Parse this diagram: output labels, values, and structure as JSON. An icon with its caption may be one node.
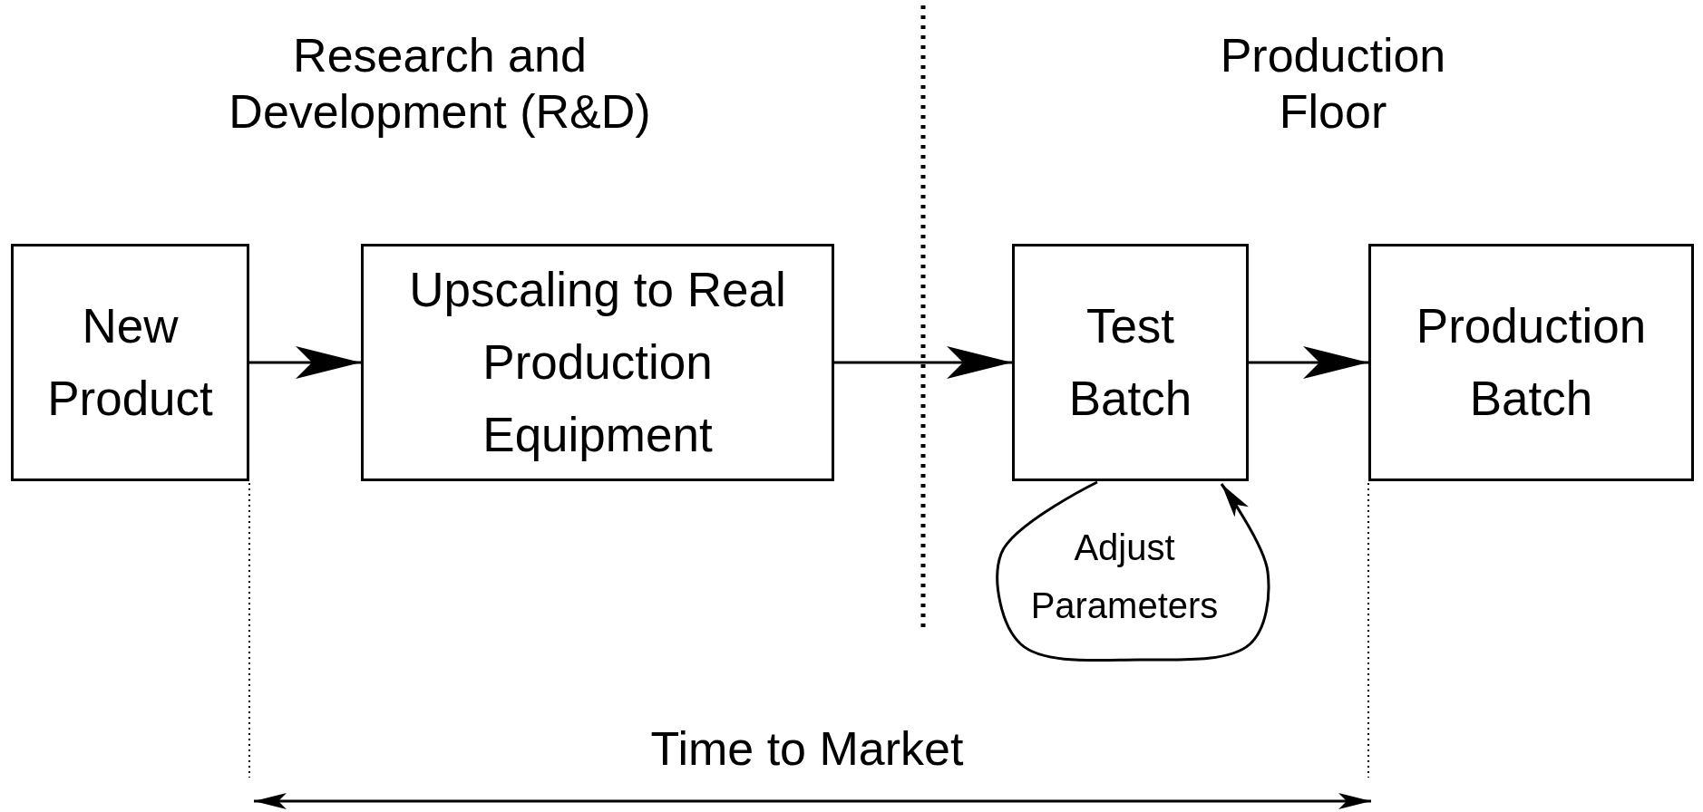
{
  "diagram": {
    "nodes": [
      {
        "text": [
          "New Product"
        ]
      },
      {
        "text": [
          "Upscaling to Real Production Equipment"
        ]
      },
      {
        "text": [
          "Test Batch"
        ]
      },
      {
        "text": [
          "Production Batch"
        ]
      }
    ],
    "edges": [
      {
        "from": 0,
        "to": 1,
        "arrow": "to"
      },
      {
        "from": 1,
        "to": 2,
        "arrow": "to"
      },
      {
        "from": 2,
        "to": 3,
        "arrow": "to"
      },
      {
        "from": 2,
        "to": 2,
        "arrow": "to",
        "label": "Adjust Parameters"
      }
    ],
    "labels": [
      "Research and Development (R&D)",
      "Production Floor",
      "Time to Market"
    ]
  }
}
